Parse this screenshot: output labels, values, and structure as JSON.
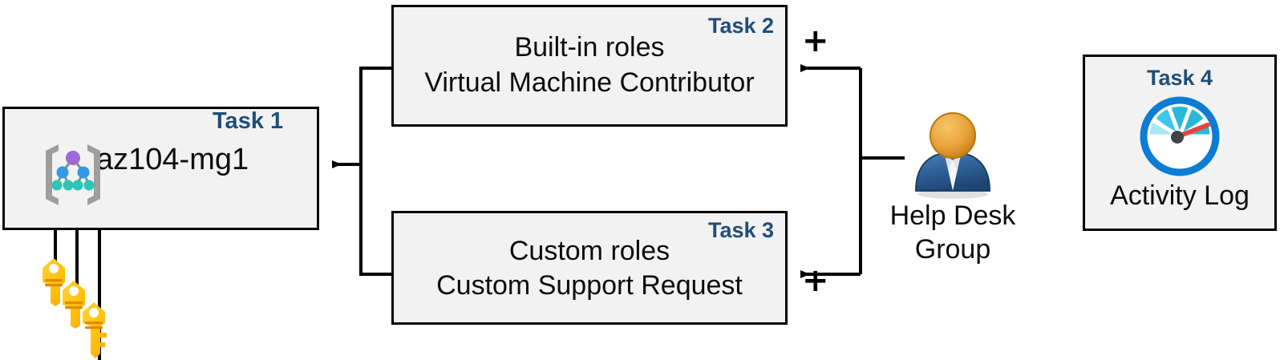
{
  "diagram": {
    "title": "Azure RBAC task diagram",
    "colors": {
      "task_label": "#1F4E79",
      "box_fill": "#F2F2F2",
      "box_border": "#000000",
      "connector": "#000000",
      "key_gold": "#FFC20E",
      "gauge_ring_blue": "#0078D4",
      "gauge_needle_red": "#E8443A",
      "mg_root_purple": "#9B6BD6",
      "mg_mid_blue": "#3399E6",
      "mg_leaf_teal": "#2EC4B6",
      "mg_bracket_gray": "#9E9E9E",
      "person_head_gold": "#E8A33D",
      "person_suit_blue": "#2E5F96"
    }
  },
  "task1": {
    "label": "Task 1",
    "name": "az104-mg1",
    "icon": "management-group-icon"
  },
  "task2": {
    "label": "Task 2",
    "line1": "Built-in roles",
    "line2": "Virtual Machine Contributor"
  },
  "task3": {
    "label": "Task 3",
    "line1": "Custom roles",
    "line2": "Custom Support Request"
  },
  "task4": {
    "label": "Task 4",
    "name": "Activity Log",
    "icon": "gauge-icon"
  },
  "helpdesk": {
    "line1": "Help Desk",
    "line2": "Group",
    "icon": "user-group-icon"
  },
  "operators": {
    "plus_top": "+",
    "plus_bottom": "+"
  },
  "keys": {
    "icon": "keys-icon",
    "count": 3
  }
}
